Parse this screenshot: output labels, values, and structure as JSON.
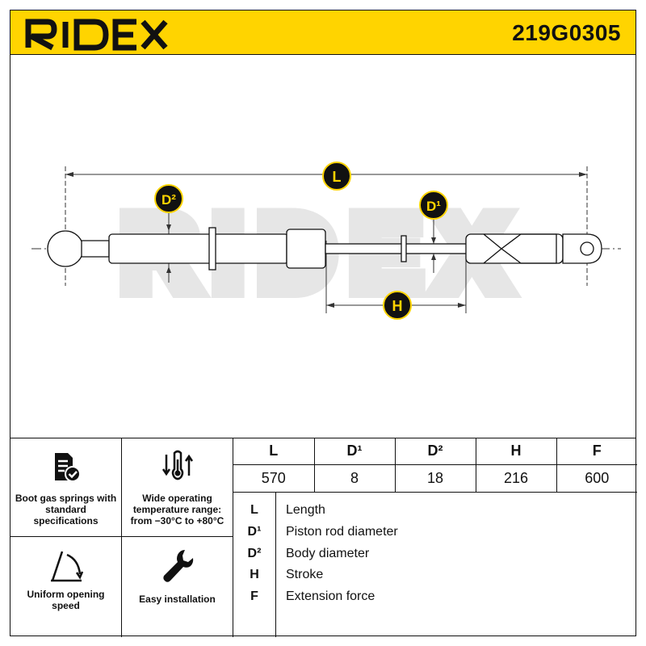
{
  "header": {
    "brand": "RIDEX",
    "part_number": "219G0305",
    "color": "#ffd400"
  },
  "diagram": {
    "watermark": "RIDEX",
    "labels": {
      "L": "L",
      "D1": "D¹",
      "D2": "D²",
      "H": "H"
    }
  },
  "features": [
    {
      "icon": "document-check-icon",
      "text": "Boot gas springs with standard specifications"
    },
    {
      "icon": "thermometer-arrows-icon",
      "text": "Wide operating temperature range: from −30°C to +80°C"
    },
    {
      "icon": "opening-angle-icon",
      "text": "Uniform opening speed"
    },
    {
      "icon": "wrench-icon",
      "text": "Easy installation"
    }
  ],
  "specs": {
    "headers": [
      "L",
      "D¹",
      "D²",
      "H",
      "F"
    ],
    "values": [
      "570",
      "8",
      "18",
      "216",
      "600"
    ]
  },
  "legend": [
    {
      "key": "L",
      "desc": "Length"
    },
    {
      "key": "D¹",
      "desc": "Piston rod diameter"
    },
    {
      "key": "D²",
      "desc": "Body diameter"
    },
    {
      "key": "H",
      "desc": "Stroke"
    },
    {
      "key": "F",
      "desc": "Extension force"
    }
  ]
}
